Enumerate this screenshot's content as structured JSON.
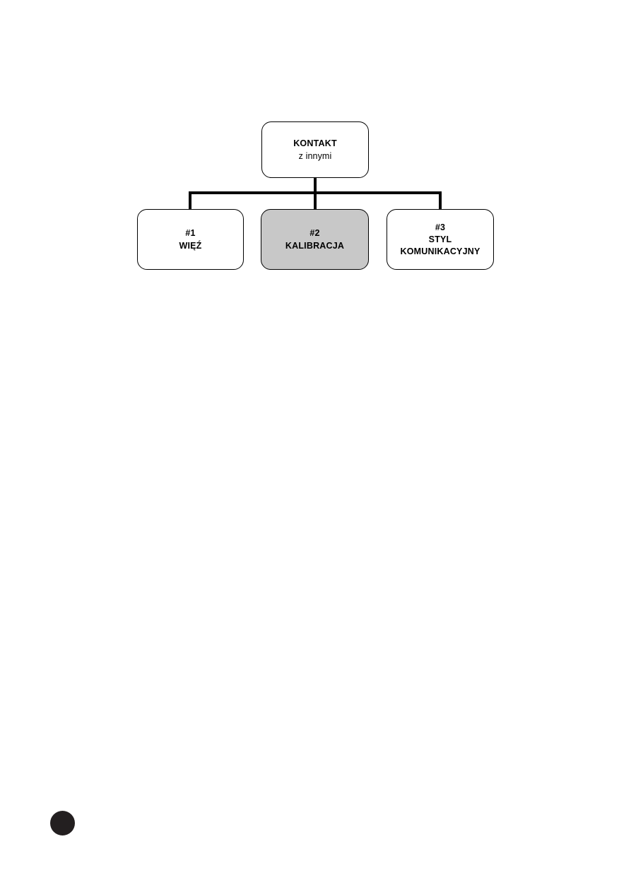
{
  "page": {
    "background_color": "#ffffff",
    "marker": {
      "name": "page-marker-dot",
      "color": "#231f20"
    }
  },
  "diagram": {
    "type": "hierarchy-tree",
    "orientation": "top-down",
    "line_color": "#000000",
    "box_border_color": "#000000",
    "box_fill_default": "#ffffff",
    "box_fill_highlighted": "#c8c8c8",
    "root": {
      "id": "root",
      "title": "KONTAKT",
      "subtitle": "z innymi",
      "highlighted": false
    },
    "children": [
      {
        "id": "child-1",
        "number": "#1",
        "label_line_1": "WIĘŹ",
        "label_line_2": "",
        "highlighted": false
      },
      {
        "id": "child-2",
        "number": "#2",
        "label_line_1": "KALIBRACJA",
        "label_line_2": "",
        "highlighted": true
      },
      {
        "id": "child-3",
        "number": "#3",
        "label_line_1": "STYL",
        "label_line_2": "KOMUNIKACYJNY",
        "highlighted": false
      }
    ]
  }
}
